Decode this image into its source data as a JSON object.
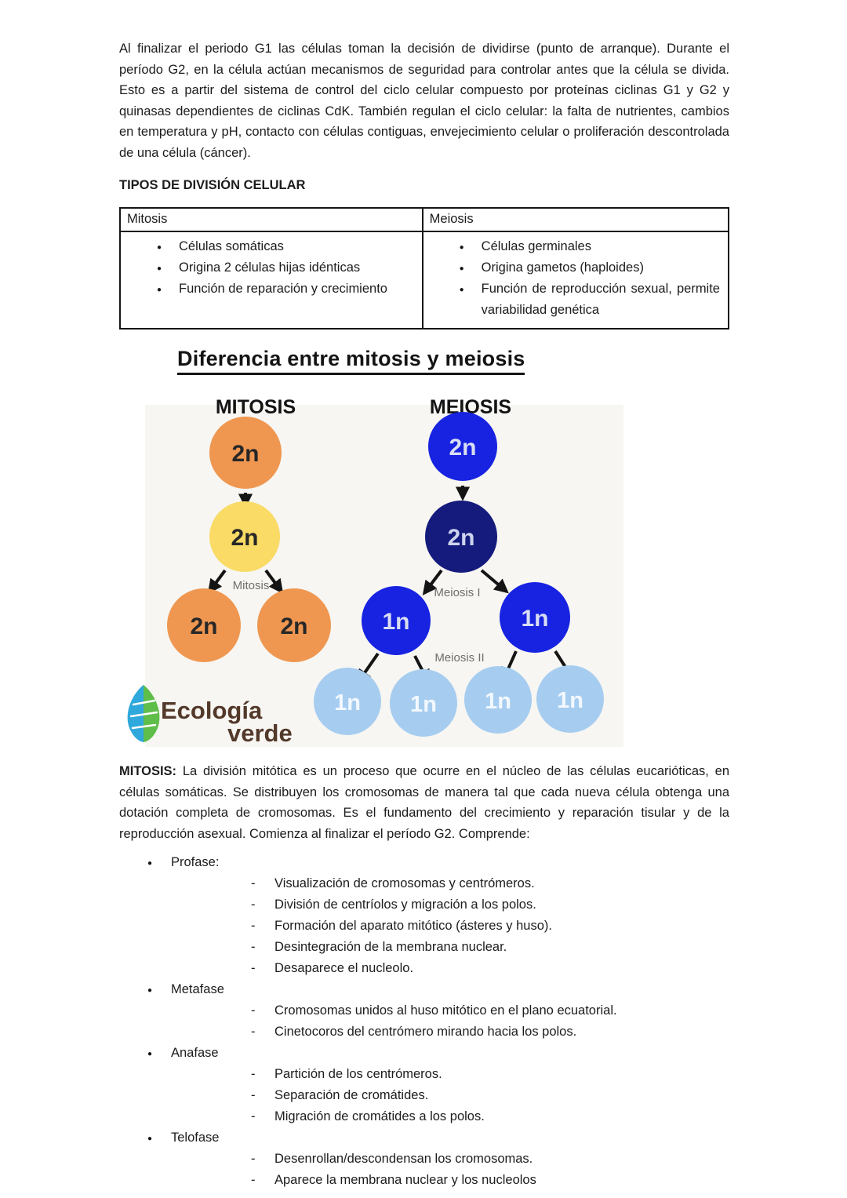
{
  "intro": {
    "paragraph": "Al finalizar el periodo G1 las células toman la decisión de dividirse (punto de arranque). Durante el período G2, en la célula actúan mecanismos de seguridad para controlar antes que la célula se divida. Esto es a partir del sistema de control del ciclo celular compuesto por proteínas ciclinas G1 y G2 y quinasas dependientes de ciclinas CdK. También regulan el ciclo celular: la falta de nutrientes, cambios en temperatura y pH, contacto con células contiguas, envejecimiento celular o proliferación descontrolada de una célula (cáncer)."
  },
  "section_heading": "TIPOS DE DIVISIÓN CELULAR",
  "table": {
    "headers": [
      "Mitosis",
      "Meiosis"
    ],
    "mitosis_items": [
      "Células somáticas",
      "Origina 2 células hijas idénticas",
      "Función de reparación y crecimiento"
    ],
    "meiosis_items": [
      "Células germinales",
      "Origina gametos (haploides)",
      "Función de reproducción sexual, permite variabilidad genética"
    ]
  },
  "figure": {
    "title": "Diferencia entre mitosis y meiosis",
    "left_column_header": "MITOSIS",
    "right_column_header": "MEIOSIS",
    "labels": {
      "diploid": "2n",
      "haploid": "1n",
      "mitosis_step": "Mitosis",
      "meiosis_step1": "Meiosis I",
      "meiosis_step2": "Meiosis II"
    },
    "logo": {
      "word1": "Ecología",
      "word2": "verde"
    },
    "colors": {
      "orange": "#EF9751",
      "yellow": "#F9DB65",
      "bright_blue": "#1723E1",
      "dark_navy": "#141B7C",
      "light_blue": "#A6CDF0",
      "background": "#F7F6F2",
      "logo_blue": "#2FA8DC",
      "logo_green": "#5FBE49",
      "logo_brown": "#53392A"
    }
  },
  "mitosis_section": {
    "lead": "MITOSIS:",
    "text": "La división mitótica es un proceso que ocurre en el núcleo de las células eucarióticas, en células somáticas. Se distribuyen los cromosomas de manera tal que cada nueva célula obtenga una dotación completa de cromosomas. Es el fundamento del crecimiento y reparación tisular y de la reproducción asexual. Comienza al finalizar el período G2. Comprende:"
  },
  "phases": [
    {
      "name": "Profase:",
      "items": [
        "Visualización de cromosomas y centrómeros.",
        "División de centríolos y migración a los polos.",
        "Formación del aparato mitótico (ásteres y huso).",
        "Desintegración de la membrana nuclear.",
        "Desaparece el nucleolo."
      ]
    },
    {
      "name": "Metafase",
      "items": [
        "Cromosomas unidos al huso mitótico en el plano ecuatorial.",
        "Cinetocoros del centrómero mirando hacia los polos."
      ]
    },
    {
      "name": "Anafase",
      "items": [
        "Partición de los centrómeros.",
        "Separación de cromátides.",
        "Migración de cromátides a los polos."
      ]
    },
    {
      "name": "Telofase",
      "items": [
        "Desenrollan/descondensan los cromosomas.",
        "Aparece la membrana nuclear y los nucleolos"
      ]
    }
  ]
}
